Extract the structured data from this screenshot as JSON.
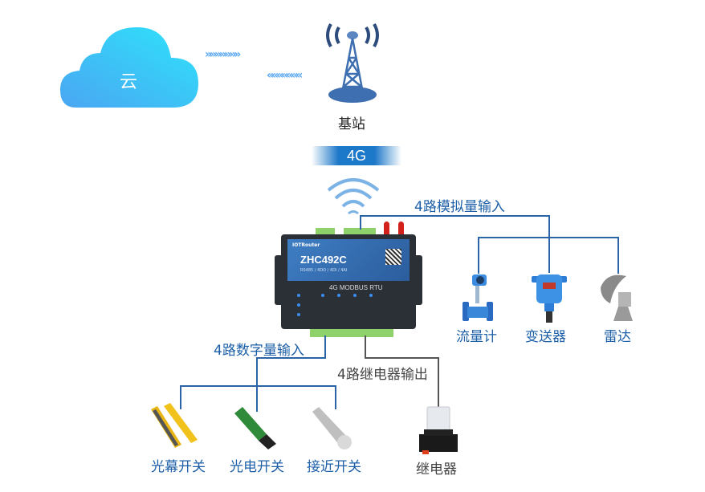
{
  "cloud": {
    "label": "云",
    "icon": "cloud-icon"
  },
  "tower": {
    "label": "基站",
    "icon": "cell-tower-icon"
  },
  "arrows": {
    "uplink": "»»»»»»»",
    "downlink": "«««««««"
  },
  "network": {
    "label": "4G",
    "icon": "wifi-signal-icon"
  },
  "device": {
    "brand": "IOTRouter",
    "model": "ZHC492C",
    "subtitle": "RS485 / 4DO / 4DI / 4AI",
    "mode": "4G MODBUS RTU"
  },
  "groups": {
    "analog": {
      "label": "4路模拟量输入",
      "items": [
        {
          "label": "流量计",
          "icon": "flow-meter-icon"
        },
        {
          "label": "变送器",
          "icon": "transmitter-icon"
        },
        {
          "label": "雷达",
          "icon": "radar-icon"
        }
      ]
    },
    "digital": {
      "label": "4路数字量输入",
      "items": [
        {
          "label": "光幕开关",
          "icon": "light-curtain-icon"
        },
        {
          "label": "光电开关",
          "icon": "photoelectric-switch-icon"
        },
        {
          "label": "接近开关",
          "icon": "proximity-switch-icon"
        }
      ]
    },
    "relay": {
      "label": "4路继电器输出",
      "items": [
        {
          "label": "继电器",
          "icon": "relay-icon"
        }
      ]
    }
  },
  "colors": {
    "accent": "#1c5fa8",
    "cloud": "#3fb8f5",
    "line_gray": "#555555"
  }
}
